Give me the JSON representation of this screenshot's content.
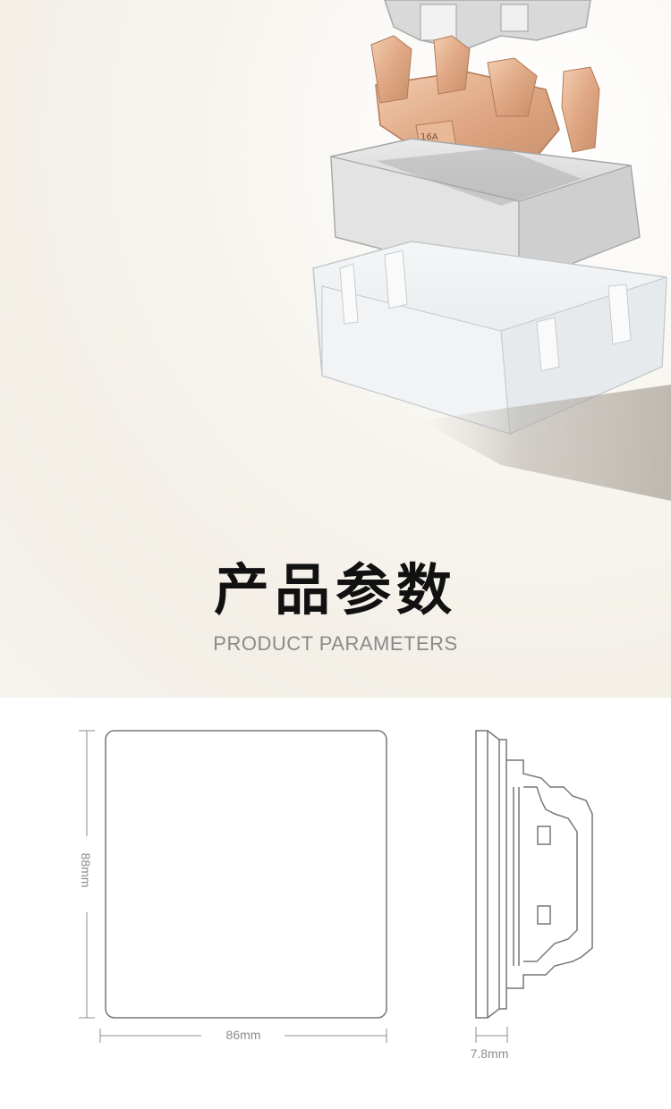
{
  "header": {
    "title": "产品参数",
    "subtitle": "PRODUCT PARAMETERS"
  },
  "dimensions": {
    "height_label": "88mm",
    "width_label": "86mm",
    "depth_label": "7.8mm"
  },
  "colors": {
    "copper": "#e0ad8c",
    "housing_gray": "#d6d6d6",
    "clear_base": "#eef1f3",
    "line_gray": "#777777"
  }
}
